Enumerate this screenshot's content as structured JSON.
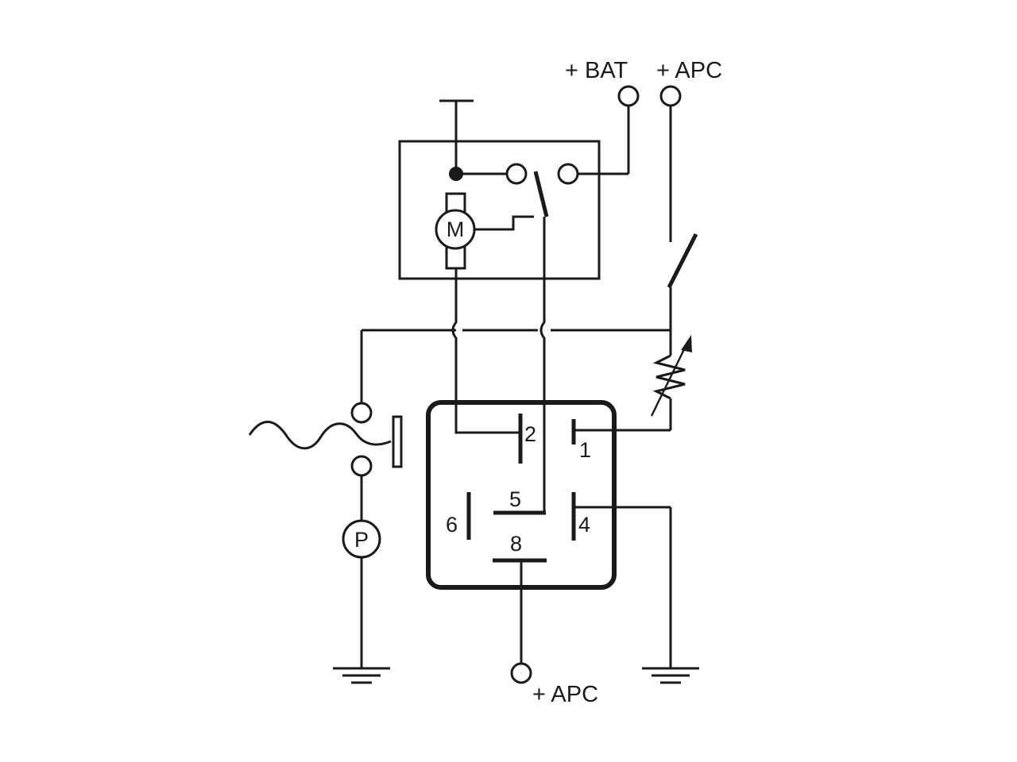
{
  "supply_labels": {
    "bat": "+ BAT",
    "apc_top": "+ APC",
    "apc_bottom": "+ APC"
  },
  "pins": {
    "p1": "1",
    "p2": "2",
    "p4": "4",
    "p5": "5",
    "p6": "6",
    "p8": "8"
  },
  "symbols": {
    "motor": "M",
    "pressure_switch": "P"
  }
}
